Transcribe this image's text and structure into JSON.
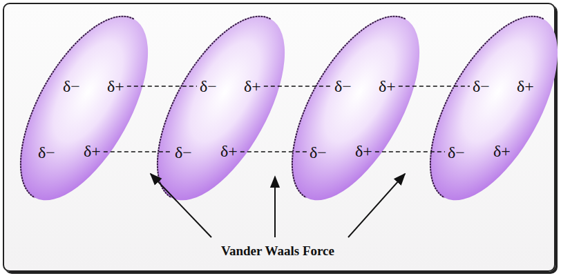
{
  "diagram": {
    "nodes": [
      {
        "text": [
          "δ−",
          "δ+",
          "δ−",
          "δ+"
        ]
      },
      {
        "text": [
          "δ−",
          "δ+",
          "δ−",
          "δ+"
        ]
      },
      {
        "text": [
          "δ−",
          "δ+",
          "δ−",
          "δ+"
        ]
      },
      {
        "text": [
          "δ−",
          "δ+",
          "δ−",
          "δ+"
        ]
      }
    ],
    "edges": [
      {
        "from": 0,
        "to": 1,
        "arrow": "none"
      },
      {
        "from": 0,
        "to": 1,
        "arrow": "none"
      },
      {
        "from": 1,
        "to": 2,
        "arrow": "none"
      },
      {
        "from": 1,
        "to": 2,
        "arrow": "none"
      },
      {
        "from": 2,
        "to": 3,
        "arrow": "none"
      },
      {
        "from": 2,
        "to": 3,
        "arrow": "none"
      }
    ],
    "labels": [
      "Vander Waals Force"
    ]
  }
}
